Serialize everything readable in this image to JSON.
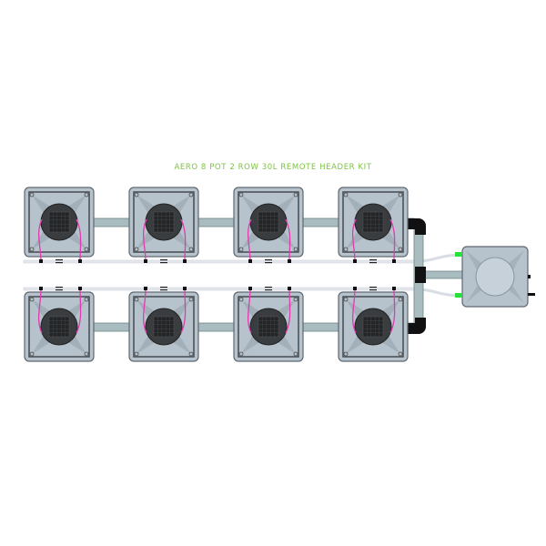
{
  "title": "AERO 8 POT 2 ROW 30L REMOTE HEADER KIT",
  "pots_per_row": 4,
  "rows": 2,
  "colors": {
    "title": "#7dc242",
    "pot_body": "#b7c3cc",
    "pot_edge": "#5e6870",
    "pot_inner": "#9aa7b1",
    "basket": "#3a3d40",
    "pipe": "#a9bcbf",
    "elbow": "#111111",
    "tube": "#e4e8ee",
    "feed_line": "#e03ab0",
    "fitting": "#27e03a"
  }
}
